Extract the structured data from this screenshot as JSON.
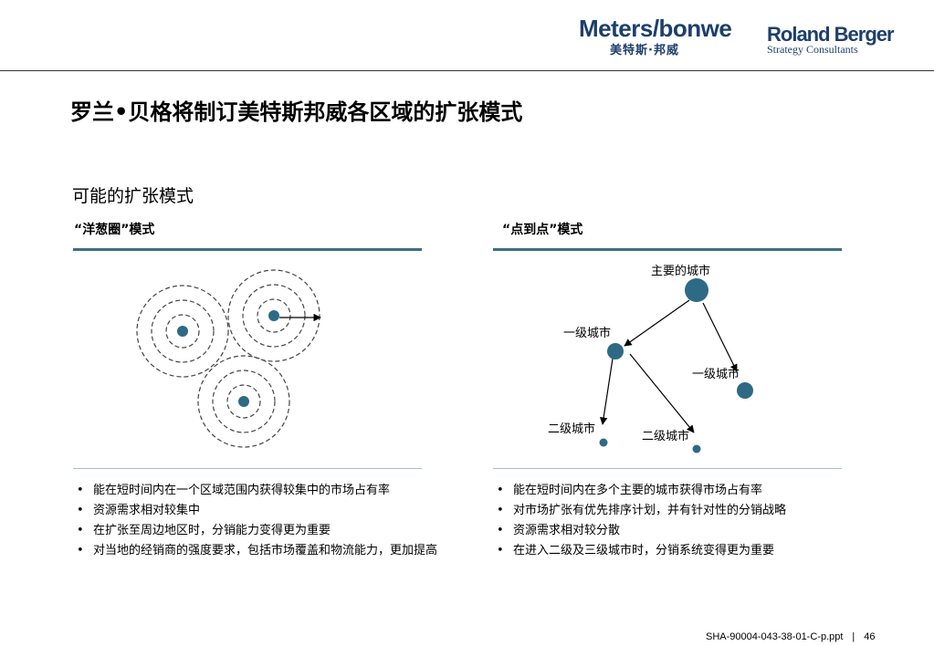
{
  "header": {
    "logo_metersbonwe_en": "Meters/bonwe",
    "logo_metersbonwe_cn": "美特斯·邦威",
    "logo_rolandberger_name": "Roland Berger",
    "logo_rolandberger_sub": "Strategy Consultants"
  },
  "title": "罗兰•贝格将制订美特斯邦威各区域的扩张模式",
  "subtitle": "可能的扩张模式",
  "left_column": {
    "heading": "“洋葱圈”模式",
    "bullets": [
      "能在短时间内在一个区域范围内获得较集中的市场占有率",
      "资源需求相对较集中",
      "在扩张至周边地区时，分销能力变得更为重要",
      "对当地的经销商的强度要求，包括市场覆盖和物流能力，更加提高"
    ]
  },
  "right_column": {
    "heading": "“点到点”模式",
    "diagram_labels": {
      "main_city": "主要的城市",
      "tier1_left": "一级城市",
      "tier1_right": "一级城市",
      "tier2_left": "二级城市",
      "tier2_right": "二级城市"
    },
    "bullets": [
      "能在短时间内在多个主要的城市获得市场占有率",
      "对市场扩张有优先排序计划，并有针对性的分销战略",
      "资源需求相对较分散",
      "在进入二级及三级城市时，分销系统变得更为重要"
    ]
  },
  "colors": {
    "node_fill": "#2e6a85",
    "rule_color": "#3d6f84",
    "brand_navy": "#1d3f6c"
  },
  "footer": {
    "file": "SHA-90004-043-38-01-C-p.ppt",
    "separator": "|",
    "page": "46"
  }
}
